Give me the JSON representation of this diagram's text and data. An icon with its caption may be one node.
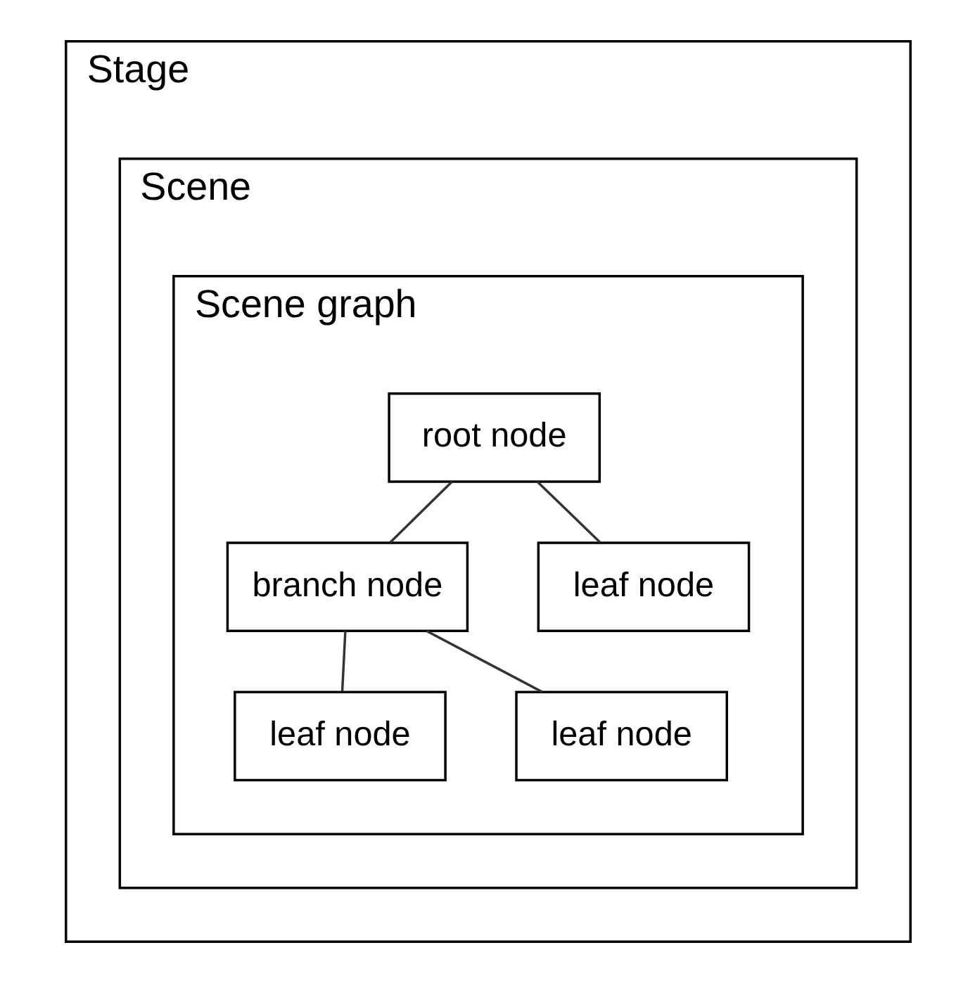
{
  "diagram": {
    "nodes": [
      {
        "text": [
          "Stage"
        ]
      },
      {
        "text": [
          "Scene"
        ],
        "in": 0
      },
      {
        "text": [
          "Scene graph"
        ],
        "in": 1
      },
      {
        "text": [
          "root node"
        ],
        "in": 2
      },
      {
        "text": [
          "branch node"
        ],
        "in": 2
      },
      {
        "text": [
          "leaf node"
        ],
        "in": 2
      },
      {
        "text": [
          "leaf node"
        ],
        "in": 2
      },
      {
        "text": [
          "leaf node"
        ],
        "in": 2
      }
    ],
    "edges": [
      {
        "from": 3,
        "to": 4,
        "arrow": "none"
      },
      {
        "from": 3,
        "to": 5,
        "arrow": "none"
      },
      {
        "from": 4,
        "to": 6,
        "arrow": "none"
      },
      {
        "from": 4,
        "to": 7,
        "arrow": "none"
      }
    ]
  }
}
